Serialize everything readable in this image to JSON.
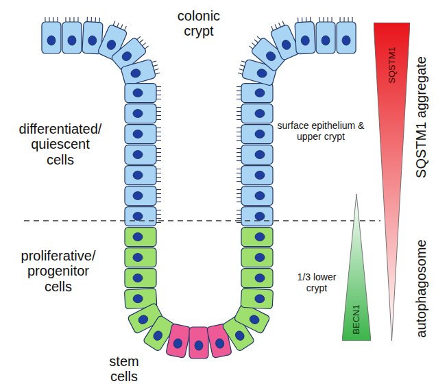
{
  "diagram": {
    "nodes": [
      {
        "text": [
          "SQSTM1"
        ]
      },
      {
        "text": [
          "BECN1"
        ]
      }
    ],
    "labels": [
      "colonic crypt",
      "differentiated/ quiescent cells",
      "proliferative/ progenitor cells",
      "stem cells",
      "surface epithelium & upper crypt",
      "1/3 lower crypt",
      "SQSTM1 aggregate",
      "autophagosome"
    ]
  }
}
